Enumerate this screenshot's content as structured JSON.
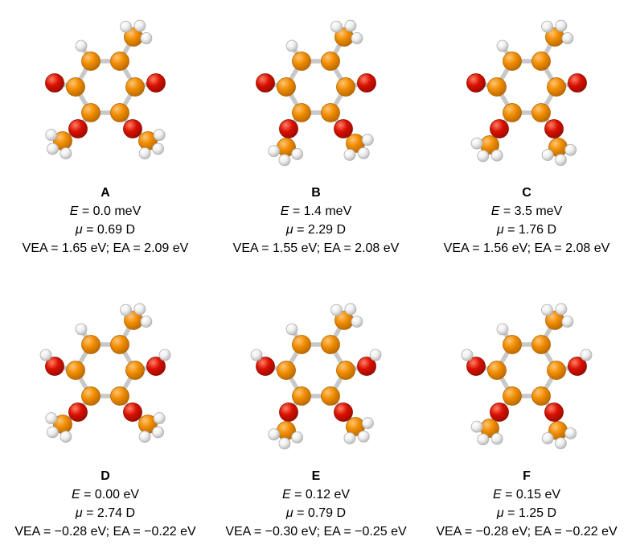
{
  "figure": {
    "background": "#ffffff",
    "colors": {
      "carbon": "#f08c00",
      "oxygen": "#da1000",
      "hydrogen": "#efefef",
      "bond": "#c8c8c8"
    },
    "atom_legend": {
      "carbon": "orange sphere",
      "oxygen": "red sphere",
      "hydrogen": "white sphere"
    },
    "panels": [
      {
        "id": "A",
        "molecule": "quinone",
        "e_symbol": "E",
        "e_value": "= 0.0 meV",
        "mu_symbol": "μ",
        "mu_value": "= 0.69 D",
        "vea_line": "VEA = 1.65 eV; EA = 2.09 eV"
      },
      {
        "id": "B",
        "molecule": "quinone",
        "e_symbol": "E",
        "e_value": "= 1.4 meV",
        "mu_symbol": "μ",
        "mu_value": "= 2.29 D",
        "vea_line": "VEA = 1.55 eV; EA = 2.08 eV"
      },
      {
        "id": "C",
        "molecule": "quinone",
        "e_symbol": "E",
        "e_value": "= 3.5 meV",
        "mu_symbol": "μ",
        "mu_value": "= 1.76 D",
        "vea_line": "VEA = 1.56 eV; EA = 2.08 eV"
      },
      {
        "id": "D",
        "molecule": "hydroquinone",
        "e_symbol": "E",
        "e_value": "= 0.00 eV",
        "mu_symbol": "μ",
        "mu_value": "= 2.74 D",
        "vea_line": "VEA = −0.28 eV; EA = −0.22 eV"
      },
      {
        "id": "E",
        "molecule": "hydroquinone",
        "e_symbol": "E",
        "e_value": "= 0.12 eV",
        "mu_symbol": "μ",
        "mu_value": "= 0.79 D",
        "vea_line": "VEA = −0.30 eV; EA = −0.25 eV"
      },
      {
        "id": "F",
        "molecule": "hydroquinone",
        "e_symbol": "E",
        "e_value": "= 0.15 eV",
        "mu_symbol": "μ",
        "mu_value": "= 1.25 D",
        "vea_line": "VEA = −0.28 eV; EA = −0.22 eV"
      }
    ]
  }
}
